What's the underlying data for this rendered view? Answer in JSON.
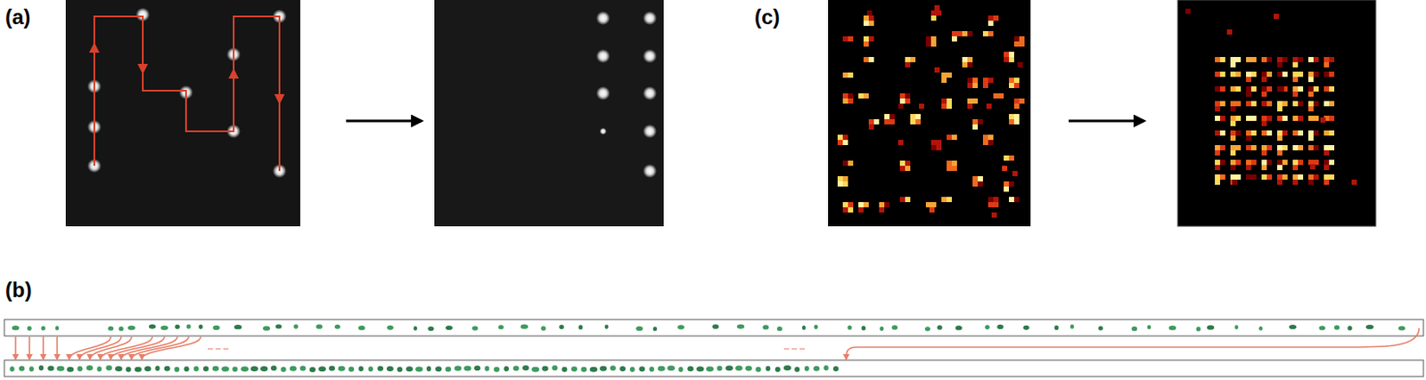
{
  "diagram": {
    "labels": [
      "(a)",
      "(c)",
      "(b)"
    ]
  }
}
